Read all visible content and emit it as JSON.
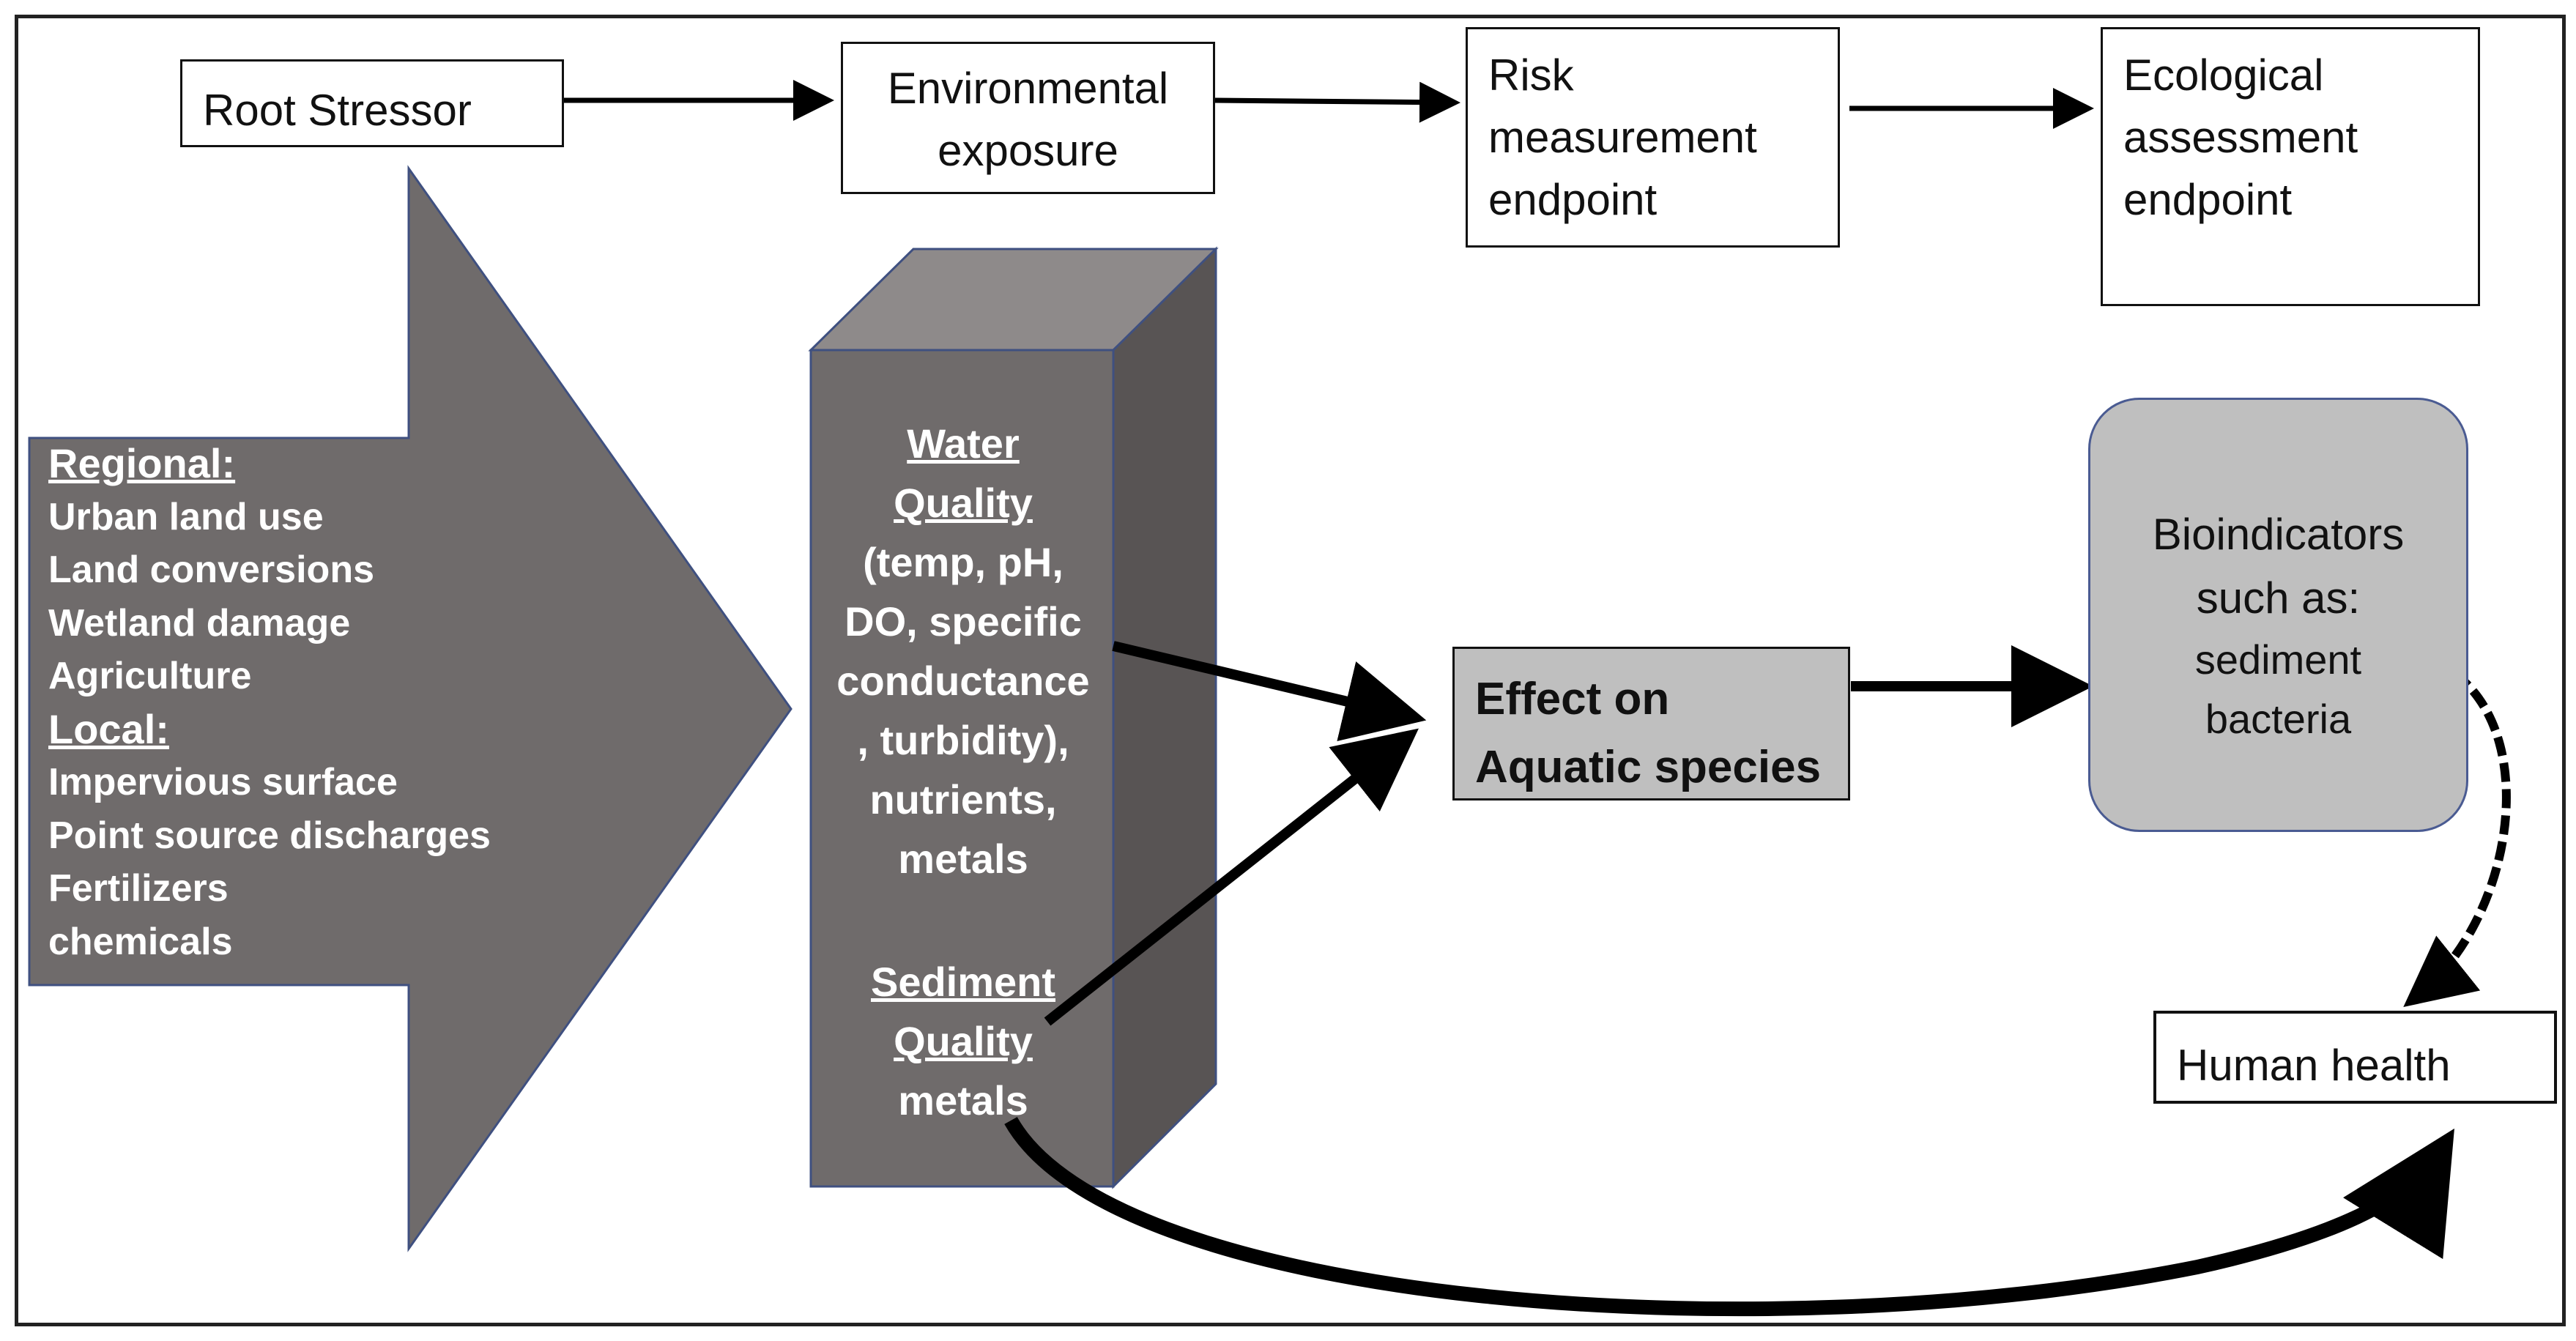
{
  "flow": {
    "root_stressor": "Root Stressor",
    "environmental_exposure": [
      "Environmental",
      "exposure"
    ],
    "risk_endpoint": [
      "Risk",
      "measurement",
      "endpoint"
    ],
    "ecological_endpoint": [
      "Ecological",
      "assessment",
      "endpoint"
    ]
  },
  "stressors": {
    "regional_heading": "Regional:",
    "regional_items": [
      "Urban land use",
      "Land conversions",
      "Wetland damage",
      "Agriculture"
    ],
    "local_heading": "Local:",
    "local_items": [
      "Impervious surface",
      "Point source discharges",
      "Fertilizers",
      "chemicals"
    ]
  },
  "exposure": {
    "water_heading": [
      "Water",
      "Quality"
    ],
    "water_details": [
      "(temp, pH,",
      "DO, specific",
      "conductance",
      ", turbidity),",
      "nutrients,",
      "metals"
    ],
    "sediment_heading": [
      "Sediment",
      "Quality"
    ],
    "sediment_details": [
      "metals"
    ]
  },
  "effect": [
    "Effect on",
    "Aquatic species"
  ],
  "bioindicators": {
    "title": [
      "Bioindicators",
      "such as:"
    ],
    "items": [
      "sediment",
      "bacteria"
    ]
  },
  "human_health": "Human health",
  "colors": {
    "big_arrow": "#6f6b6b",
    "pillar_front": "#6f6b6b",
    "pillar_top": "#8e8a8a",
    "pillar_side": "#585454",
    "outline": "#3f5080",
    "effect_fill": "#bfbfbf",
    "bio_fill": "#bfbfbf"
  }
}
